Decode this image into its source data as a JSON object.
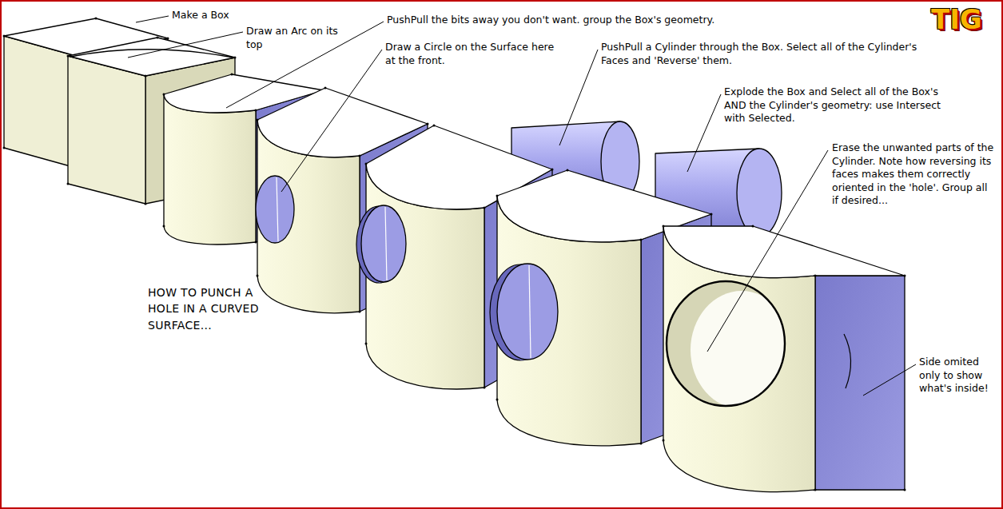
{
  "diagram": {
    "title": "HOW TO PUNCH A HOLE IN A CURVED SURFACE...",
    "labels": [
      "Make a Box",
      "Draw an Arc on its top",
      "PushPull the bits away you don't want. group the Box's geometry.",
      "Draw a Circle on the Surface here at the front.",
      "PushPull a Cylinder through the Box. Select all of the Cylinder's Faces and 'Reverse' them.",
      "Explode the Box and Select all of the Box's AND the Cylinder's geometry: use Intersect with Selected.",
      "Erase the unwanted parts of the Cylinder. Note how reversing its faces makes them correctly oriented in the 'hole'. Group all if desired...",
      "Side omited only to show what's inside!",
      "TIG"
    ]
  }
}
